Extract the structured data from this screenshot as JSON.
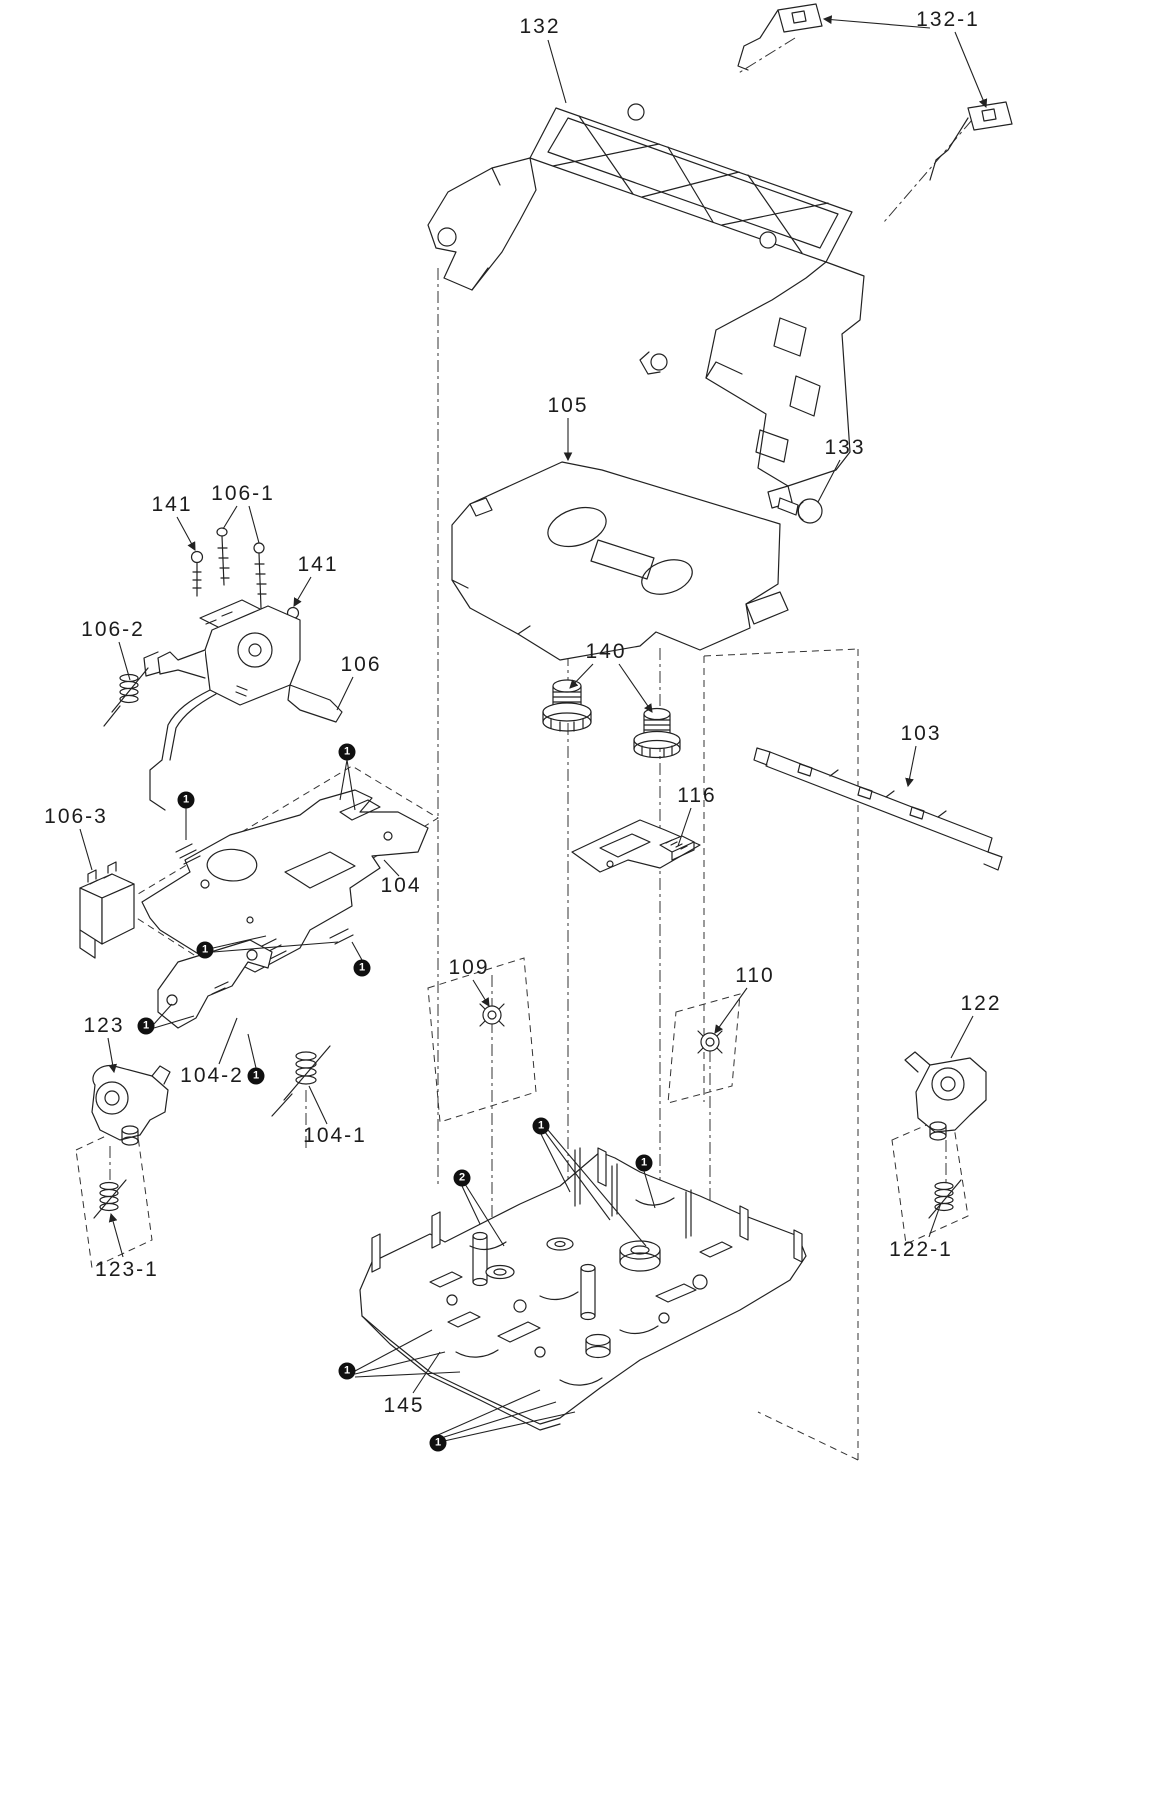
{
  "diagram": {
    "callouts": [
      {
        "label": "132"
      },
      {
        "label": "132-1"
      },
      {
        "label": "105"
      },
      {
        "label": "133"
      },
      {
        "label": "141"
      },
      {
        "label": "106-1"
      },
      {
        "label": "141"
      },
      {
        "label": "106-2"
      },
      {
        "label": "106"
      },
      {
        "label": "140"
      },
      {
        "label": "103"
      },
      {
        "label": "106-3"
      },
      {
        "label": "116"
      },
      {
        "label": "104"
      },
      {
        "label": "109"
      },
      {
        "label": "110"
      },
      {
        "label": "122"
      },
      {
        "label": "123"
      },
      {
        "label": "104-2"
      },
      {
        "label": "104-1"
      },
      {
        "label": "123-1"
      },
      {
        "label": "122-1"
      },
      {
        "label": "145"
      }
    ],
    "markers": [
      {
        "label": "1"
      },
      {
        "label": "1"
      },
      {
        "label": "1"
      },
      {
        "label": "1"
      },
      {
        "label": "1"
      },
      {
        "label": "1"
      },
      {
        "label": "1"
      },
      {
        "label": "1"
      },
      {
        "label": "2"
      },
      {
        "label": "1"
      },
      {
        "label": "1"
      }
    ],
    "line_color": "#222222"
  }
}
